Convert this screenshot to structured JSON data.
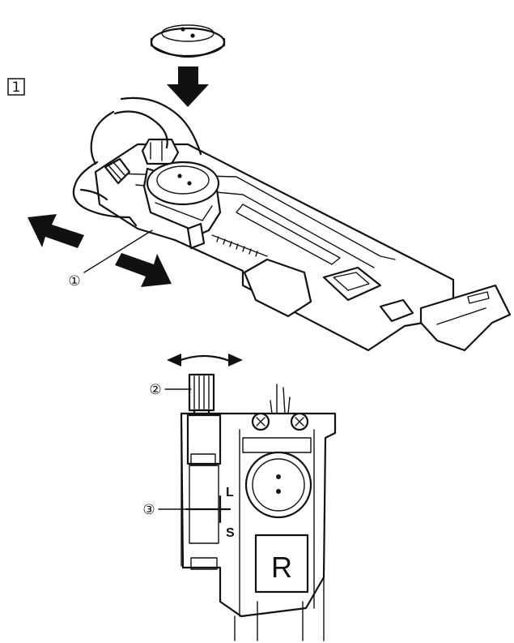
{
  "step_marker": "1",
  "callouts": [
    {
      "id": "1",
      "text": "①"
    },
    {
      "id": "2",
      "text": "②"
    },
    {
      "id": "3",
      "text": "③"
    }
  ],
  "foot_letter": "R",
  "scale_labels": {
    "long": "L",
    "short": "S"
  }
}
